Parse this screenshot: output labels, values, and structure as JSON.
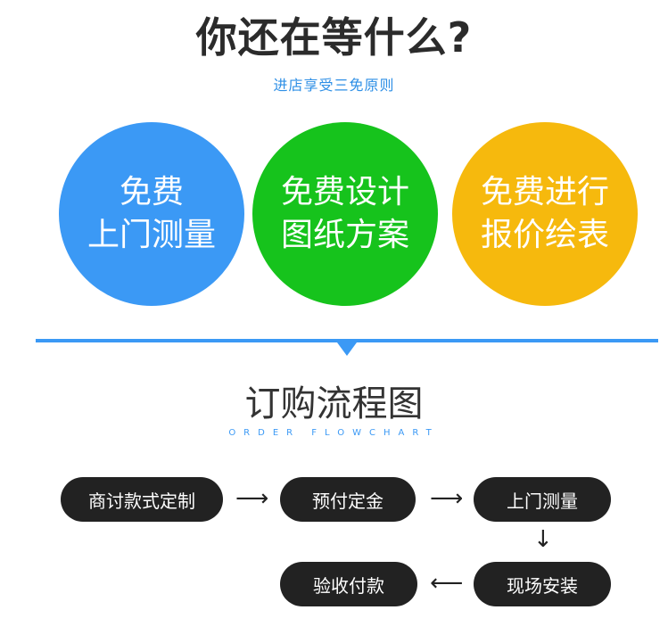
{
  "header": {
    "title": "你还在等什么?",
    "subtitle": "进店享受三免原则"
  },
  "benefits": [
    {
      "line1": "免费",
      "line2": "上门测量",
      "color": "#3b99f5"
    },
    {
      "line1": "免费设计",
      "line2": "图纸方案",
      "color": "#16c31c"
    },
    {
      "line1": "免费进行",
      "line2": "报价绘表",
      "color": "#f6b90d"
    }
  ],
  "flow": {
    "title": "订购流程图",
    "subtitle": "ORDER FLOWCHART",
    "steps": [
      "商讨款式定制",
      "预付定金",
      "上门测量",
      "现场安装",
      "验收付款"
    ],
    "arrows": {
      "right": "⟶",
      "down": "↓",
      "left": "⟵"
    }
  },
  "colors": {
    "accent": "#3b99f5",
    "pill": "#222222"
  }
}
